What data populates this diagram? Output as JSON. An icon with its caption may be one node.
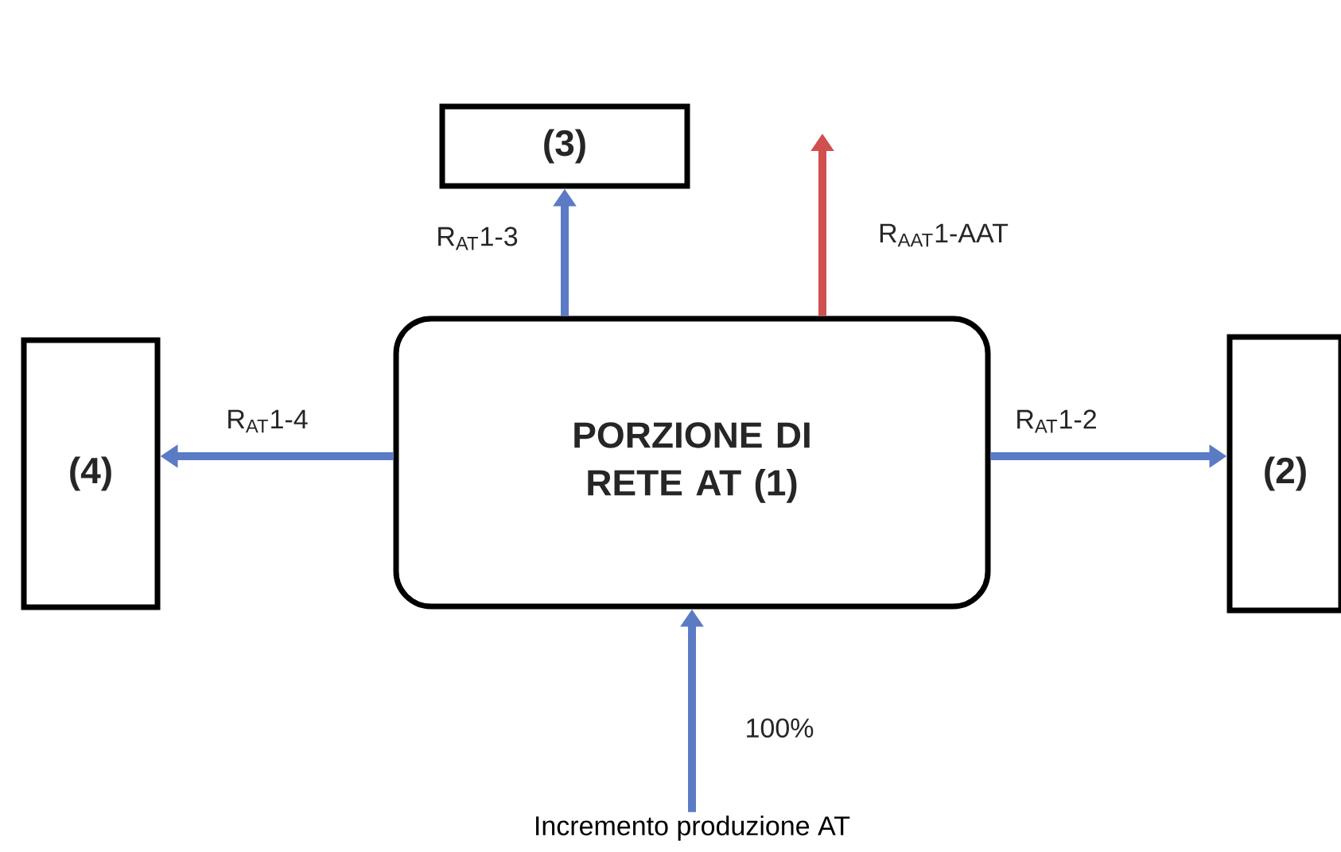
{
  "diagram": {
    "nodes": [
      {
        "text": [
          "PORZIONE DI RETE AT (1)"
        ]
      },
      {
        "text": [
          "(3)"
        ]
      },
      {
        "text": [
          "(4)"
        ]
      },
      {
        "text": [
          "(2)"
        ]
      },
      {
        "text": [
          "Incremento produzione AT"
        ]
      }
    ],
    "edges": [
      {
        "from": 0,
        "to": 1,
        "arrow": "to",
        "label": "R$_{AT}$1-3"
      },
      {
        "from": 0,
        "to": null,
        "arrow": "to",
        "label": "R$_{AAT}$1-AAT",
        "color": "#d05050"
      },
      {
        "from": 0,
        "to": 2,
        "arrow": "to",
        "label": "R$_{AT}$1-4"
      },
      {
        "from": 0,
        "to": 3,
        "arrow": "to",
        "label": "R$_{AT}$1-2"
      },
      {
        "from": 4,
        "to": 0,
        "arrow": "to",
        "label": "100%"
      }
    ]
  }
}
